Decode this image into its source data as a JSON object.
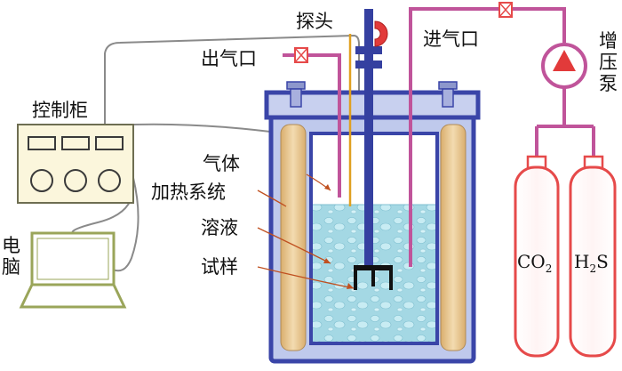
{
  "labels": {
    "probe": "探头",
    "outlet": "出气口",
    "inlet": "进气口",
    "control_cabinet": "控制柜",
    "computer": "电脑",
    "gas": "气体",
    "heating_system": "加热系统",
    "solution": "溶液",
    "specimen": "试样",
    "booster_pump": "增压泵"
  },
  "cylinders": [
    {
      "label": "CO",
      "sub": "2"
    },
    {
      "label": "H",
      "sub": "2",
      "tail": "S"
    }
  ],
  "colors": {
    "pipe": "#c0549a",
    "vessel_wall": "#3a45a8",
    "vessel_fill": "#bcc6ea",
    "heater": "#e8c896",
    "solution": "#9fd6e2",
    "shaft": "#3540a0",
    "cylinder": "#e64a4a",
    "valve": "#e64a4a",
    "device": "#9aa55a",
    "cabinet_fill": "#fbf6dc",
    "wire": "#8a8a8a",
    "probe_wire": "#e0a020"
  }
}
